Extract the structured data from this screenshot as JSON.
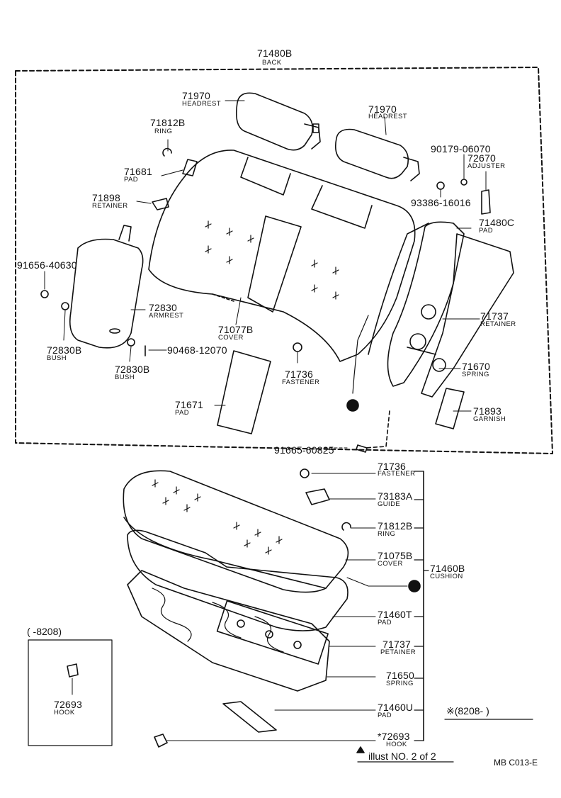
{
  "labels": {
    "back_no": "71480B",
    "back_name": "BACK",
    "headrest_l_no": "71970",
    "headrest_l_name": "HEADREST",
    "headrest_r_no": "71970",
    "headrest_r_name": "HEADREST",
    "ring_top_no": "71812B",
    "ring_top_name": "RING",
    "pad_71681_no": "71681",
    "pad_71681_name": "PAD",
    "retainer_71898_no": "71898",
    "retainer_71898_name": "RETAINER",
    "bolt_91656": "91656-40630",
    "armrest_no": "72830",
    "armrest_name": "ARMREST",
    "bush_l_no": "72830B",
    "bush_l_name": "BUSH",
    "bush_r_no": "72830B",
    "bush_r_name": "BUSH",
    "clip_90468": "90468-12070",
    "cover_71077_no": "71077B",
    "cover_71077_name": "COVER",
    "fastener_top_no": "71736",
    "fastener_top_name": "FASTENER",
    "pad_71671_no": "71671",
    "pad_71671_name": "PAD",
    "bolt_90179": "90179-06070",
    "adjuster_no": "72670",
    "adjuster_name": "ADJUSTER",
    "bolt_93386": "93386-16016",
    "pad_71480c_no": "71480C",
    "pad_71480c_name": "PAD",
    "retainer_71737_top_no": "71737",
    "retainer_71737_top_name": "RETAINER",
    "spring_71670_no": "71670",
    "spring_71670_name": "SPRING",
    "garnish_no": "71893",
    "garnish_name": "GARNISH",
    "bolt_91665": "91665-60825",
    "fastener_bot_no": "71736",
    "fastener_bot_name": "FASTENER",
    "guide_no": "73183A",
    "guide_name": "GUIDE",
    "ring_bot_no": "71812B",
    "ring_bot_name": "RING",
    "cover_71075_no": "71075B",
    "cover_71075_name": "COVER",
    "cushion_no": "71460B",
    "cushion_name": "CUSHION",
    "pad_71460t_no": "71460T",
    "pad_71460t_name": "PAD",
    "retainer_71737_bot_no": "71737",
    "retainer_71737_bot_name": "PETAINER",
    "spring_71650_no": "71650",
    "spring_71650_name": "SPRING",
    "pad_71460u_no": "71460U",
    "pad_71460u_name": "PAD",
    "hook_bot_no": "*72693",
    "hook_bot_name": "HOOK",
    "box_range": "(      -8208)",
    "box_hook_no": "72693",
    "box_hook_name": "HOOK",
    "note_range": "※(8208-        )",
    "illust_note": "illust NO. 2 of 2",
    "code": "MB C013-E"
  }
}
